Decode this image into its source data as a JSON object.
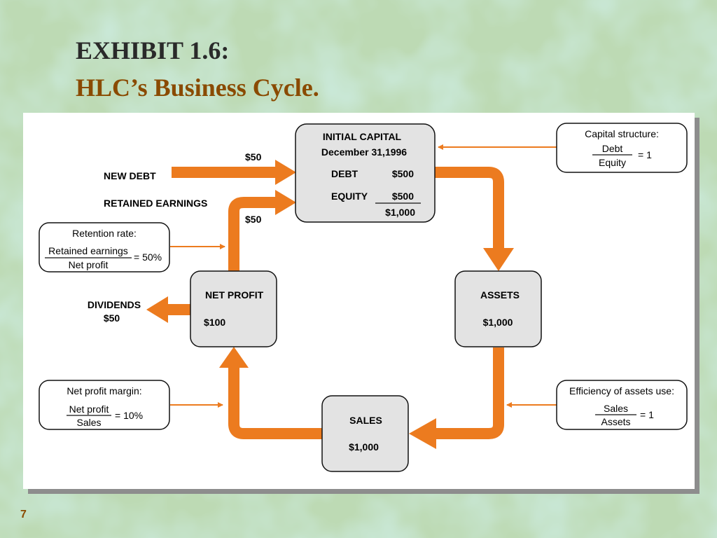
{
  "slide": {
    "title_line1": "EXHIBIT 1.6:",
    "title_line2": "HLC’s Business Cycle.",
    "page_number": "7"
  },
  "diagram": {
    "initial_capital": {
      "title": "INITIAL CAPITAL",
      "date": "December 31,1996",
      "debt_label": "DEBT",
      "debt_value": "$500",
      "equity_label": "EQUITY",
      "equity_value": "$500",
      "total": "$1,000"
    },
    "assets": {
      "title": "ASSETS",
      "value": "$1,000"
    },
    "sales": {
      "title": "SALES",
      "value": "$1,000"
    },
    "net_profit": {
      "title": "NET PROFIT",
      "value": "$100"
    },
    "new_debt": {
      "label": "NEW DEBT",
      "amount": "$50"
    },
    "retained_earnings": {
      "label": "RETAINED EARNINGS",
      "amount": "$50"
    },
    "dividends": {
      "label": "DIVIDENDS",
      "amount": "$50"
    },
    "capital_structure": {
      "title": "Capital structure:",
      "numerator": "Debt",
      "denominator": "Equity",
      "result": "= 1"
    },
    "retention_rate": {
      "title": "Retention rate:",
      "numerator": "Retained earnings",
      "denominator": "Net profit",
      "result": "= 50%"
    },
    "net_profit_margin": {
      "title": "Net profit margin:",
      "numerator": "Net profit",
      "denominator": "Sales",
      "result": "= 10%"
    },
    "asset_efficiency": {
      "title": "Efficiency of assets use:",
      "numerator": "Sales",
      "denominator": "Assets",
      "result": "= 1"
    }
  },
  "colors": {
    "flow_arrow": "#ec7b1f",
    "box_fill": "#e3e3e3",
    "title_dark": "#2a2a2a",
    "title_accent": "#8a4a00",
    "background": "#b9d9b2"
  }
}
